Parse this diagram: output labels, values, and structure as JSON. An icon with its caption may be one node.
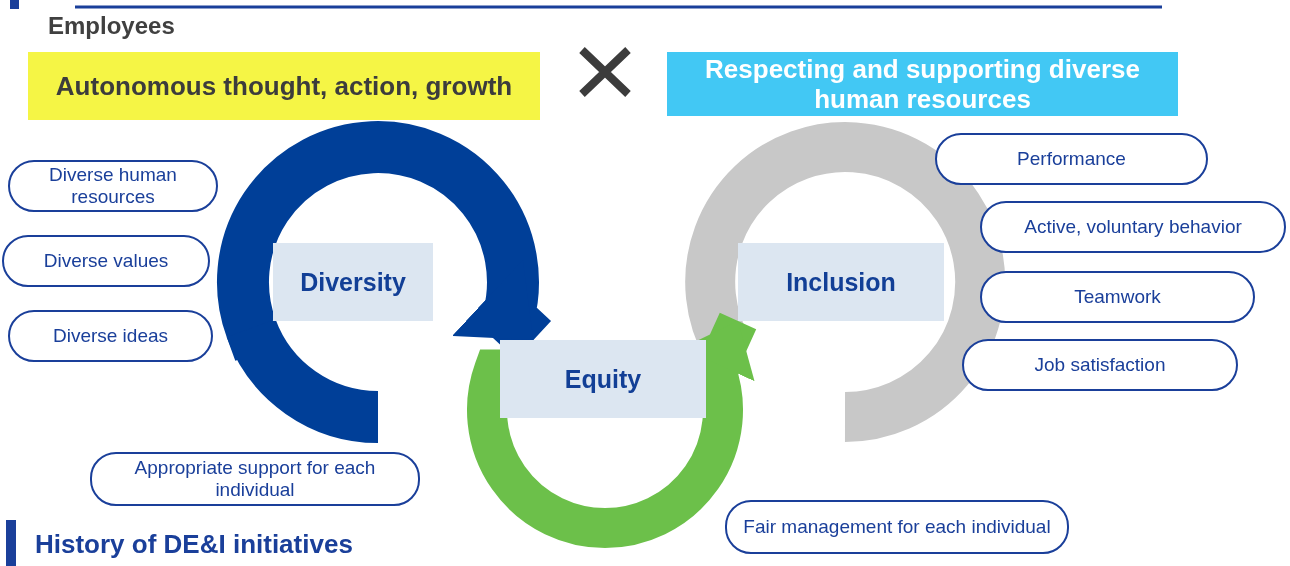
{
  "diagram": {
    "nodes": [
      {
        "text": [
          "Employees",
          "Autonomous thought, action, growth"
        ]
      },
      {
        "text": [
          "Respecting and supporting diverse human resources"
        ]
      },
      {
        "text": [
          "Diversity"
        ]
      },
      {
        "text": [
          "Diverse human resources"
        ]
      },
      {
        "text": [
          "Diverse values"
        ]
      },
      {
        "text": [
          "Diverse ideas"
        ]
      },
      {
        "text": [
          "Equity"
        ]
      },
      {
        "text": [
          "Appropriate support for each individual"
        ]
      },
      {
        "text": [
          "Fair management for each individual"
        ]
      },
      {
        "text": [
          "Inclusion"
        ]
      },
      {
        "text": [
          "Performance"
        ]
      },
      {
        "text": [
          "Active, voluntary behavior"
        ]
      },
      {
        "text": [
          "Teamwork"
        ]
      },
      {
        "text": [
          "Job satisfaction"
        ]
      }
    ],
    "edges": [
      {
        "from": 2,
        "to": 6,
        "arrow": "to",
        "color": "#003f98"
      },
      {
        "from": 6,
        "to": 9,
        "arrow": "to",
        "color": "#6cc04a"
      }
    ],
    "labels": [
      "History of DE&I initiatives"
    ]
  }
}
